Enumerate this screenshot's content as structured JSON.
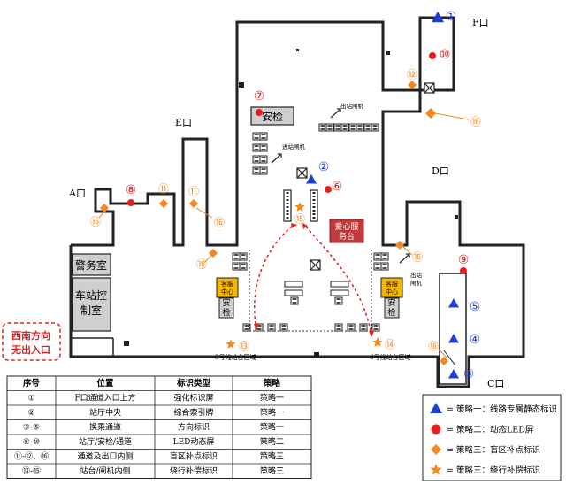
{
  "entrances": {
    "A": "A口",
    "C": "C口",
    "D": "D口",
    "E": "E口",
    "F": "F口"
  },
  "rooms": {
    "police": "警务室",
    "control_line1": "车站控",
    "control_line2": "制室",
    "security": "安检",
    "security_vertical": "安检",
    "service_line1": "客服",
    "service_line2": "中心",
    "love_service_line1": "爱心服",
    "love_service_line2": "务台"
  },
  "gate_labels": {
    "exit_gate_top": "出站闸机",
    "entry_gate": "进站闸机",
    "exit_gate_right_line1": "出站",
    "exit_gate_right_line2": "闸机"
  },
  "platform_labels": {
    "line3": "3号线站台区域",
    "line6": "6号线站台区域"
  },
  "no_entry_note": {
    "line1": "西南方向",
    "line2": "无出入口"
  },
  "markers": [
    "①",
    "②",
    "③",
    "④",
    "⑤",
    "⑥",
    "⑦",
    "⑧",
    "⑨",
    "⑩",
    "⑪",
    "⑪",
    "⑫",
    "⑬",
    "⑭",
    "⑮",
    "⑯",
    "⑯",
    "⑯",
    "⑯",
    "⑯"
  ],
  "table": {
    "headers": [
      "序号",
      "位置",
      "标识类型",
      "策略"
    ],
    "rows": [
      [
        "①",
        "F口通道入口上方",
        "强化标识屏",
        "策略一"
      ],
      [
        "②",
        "站厅中央",
        "综合索引牌",
        "策略一"
      ],
      [
        "③-⑤",
        "换乘通道",
        "方向标识",
        "策略一"
      ],
      [
        "⑥-⑩",
        "站厅/安检/通道",
        "LED动态屏",
        "策略二"
      ],
      [
        "⑪-⑫、⑯",
        "通道及出口内侧",
        "盲区补点标识",
        "策略三"
      ],
      [
        "⑬-⑮",
        "站台/闸机内侧",
        "绕行补偿标识",
        "策略三"
      ]
    ]
  },
  "legend": [
    {
      "symbol": "triangle",
      "color": "#1e3fd6",
      "text": "= 策略一：线路专属静态标识"
    },
    {
      "symbol": "circle",
      "color": "#e51e1e",
      "text": "= 策略二：动态LED屏"
    },
    {
      "symbol": "diamond",
      "color": "#f28a1e",
      "text": "= 策略三：盲区补点标识"
    },
    {
      "symbol": "star",
      "color": "#f28a1e",
      "text": "= 策略三：绕行补偿标识"
    }
  ],
  "colors": {
    "strategy1": "#1e3fd6",
    "strategy2": "#e51e1e",
    "strategy3": "#f28a1e",
    "love_service_bg": "#c0393b",
    "service_bg": "#f5b800",
    "note_border": "#e51e1e"
  }
}
